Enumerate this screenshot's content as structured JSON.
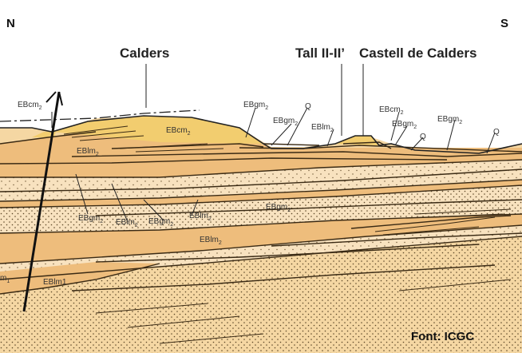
{
  "orientation": {
    "north": "N",
    "south": "S"
  },
  "places": {
    "calders": "Calders",
    "section": "Tall II-II’",
    "castell": "Castell de Calders"
  },
  "units": {
    "ebcm": "EBcm",
    "ebgm": "EBgm",
    "eblm": "EBlm",
    "q": "Q",
    "sub2": "2",
    "sub1": "1",
    "eblm1": "EBlm1",
    "m1_prefix": "m"
  },
  "credit": "Font: ICGC",
  "colors": {
    "base_sand": "#f5d7a3",
    "dark_band": "#eebd7c",
    "yellow_lens": "#f2cd6f",
    "light_band": "#f8e2bf",
    "ink": "#222222"
  }
}
